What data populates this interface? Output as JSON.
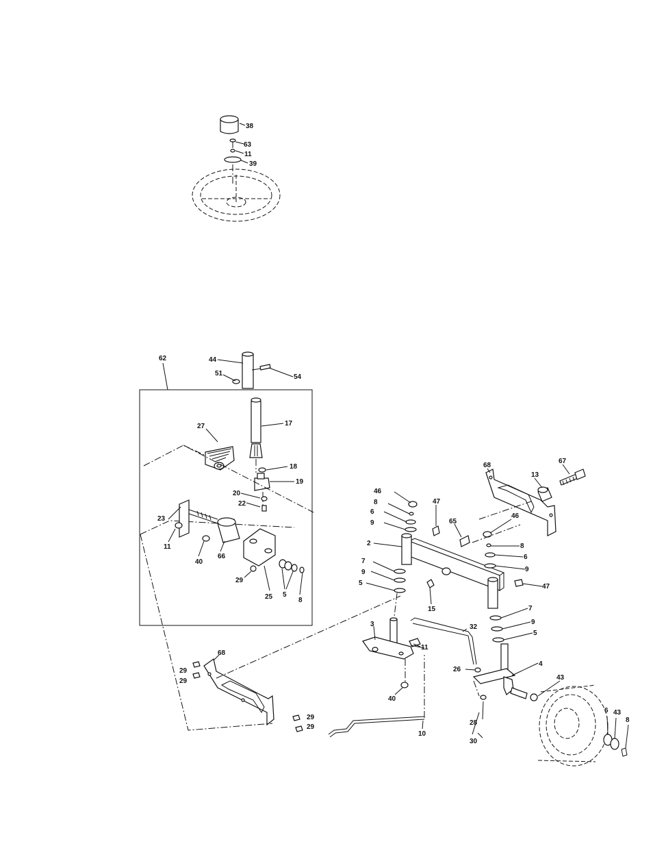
{
  "labels": {
    "l38": "38",
    "l63": "63",
    "l11a": "11",
    "l39": "39",
    "l62": "62",
    "l44": "44",
    "l51": "51",
    "l54": "54",
    "l17": "17",
    "l27": "27",
    "l18": "18",
    "l19": "19",
    "l20": "20",
    "l22": "22",
    "l23": "23",
    "l11b": "11",
    "l40a": "40",
    "l66": "66",
    "l29a": "29",
    "l25": "25",
    "l5a": "5",
    "l8a": "8",
    "l68a": "68",
    "l67": "67",
    "l13": "13",
    "l46a": "46",
    "l8b": "8",
    "l6a": "6",
    "l9a": "9",
    "l47a": "47",
    "l65": "65",
    "l2": "2",
    "l7a": "7",
    "l9b": "9",
    "l5b": "5",
    "l15": "15",
    "l46b": "46",
    "l8c": "8",
    "l6b": "6",
    "l9c": "9",
    "l47b": "47",
    "l7b": "7",
    "l9d": "9",
    "l5c": "5",
    "l3": "3",
    "l32": "32",
    "l11c": "11",
    "l26": "26",
    "l4": "4",
    "l43a": "43",
    "l68b": "68",
    "l29b": "29",
    "l29c": "29",
    "l40b": "40",
    "l29d": "29",
    "l29e": "29",
    "l10": "10",
    "l28": "28",
    "l30": "30",
    "l6c": "6",
    "l43b": "43",
    "l8d": "8"
  }
}
